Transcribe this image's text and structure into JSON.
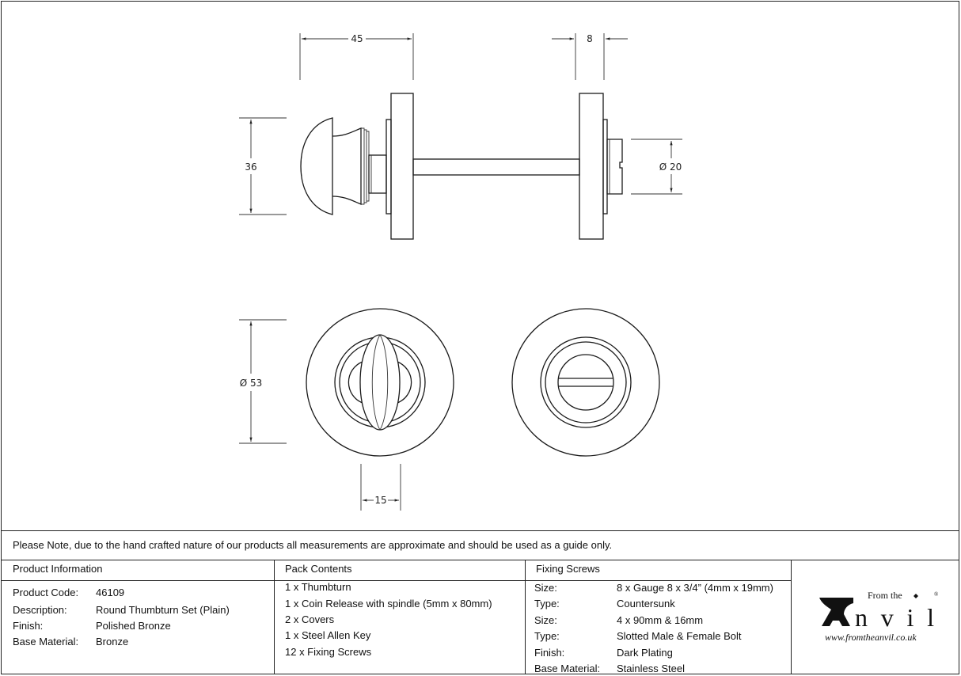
{
  "dimensions": {
    "width_thumbturn": "45",
    "depth_release": "8",
    "height_thumbturn": "36",
    "release_diameter": "Ø 20",
    "rose_diameter": "Ø 53",
    "thumb_width": "15"
  },
  "note": "Please Note, due to the hand crafted nature of our products all measurements are approximate and should be used as a guide only.",
  "product_info": {
    "heading": "Product Information",
    "rows": [
      {
        "label": "Product Code:",
        "value": "46109"
      },
      {
        "label": "Description:",
        "value": "Round Thumbturn Set (Plain)"
      },
      {
        "label": "Finish:",
        "value": "Polished Bronze"
      },
      {
        "label": "Base Material:",
        "value": "Bronze"
      }
    ]
  },
  "pack_contents": {
    "heading": "Pack Contents",
    "items": [
      "1 x Thumbturn",
      "1 x Coin Release with spindle (5mm x 80mm)",
      "2 x Covers",
      "1 x Steel Allen Key",
      "12 x Fixing Screws"
    ]
  },
  "fixing_screws": {
    "heading": "Fixing Screws",
    "rows": [
      {
        "label": "Size:",
        "value": "8 x Gauge 8 x 3/4” (4mm x 19mm)"
      },
      {
        "label": "Type:",
        "value": "Countersunk"
      },
      {
        "label": "Size:",
        "value": "4 x 90mm & 16mm"
      },
      {
        "label": "Type:",
        "value": "Slotted Male & Female Bolt"
      },
      {
        "label": "Finish:",
        "value": "Dark Plating"
      },
      {
        "label": "Base Material:",
        "value": "Stainless Steel"
      }
    ]
  },
  "logo": {
    "from_the": "From the",
    "brand": "Anvil",
    "url": "www.fromtheanvil.co.uk",
    "registered": "®"
  }
}
